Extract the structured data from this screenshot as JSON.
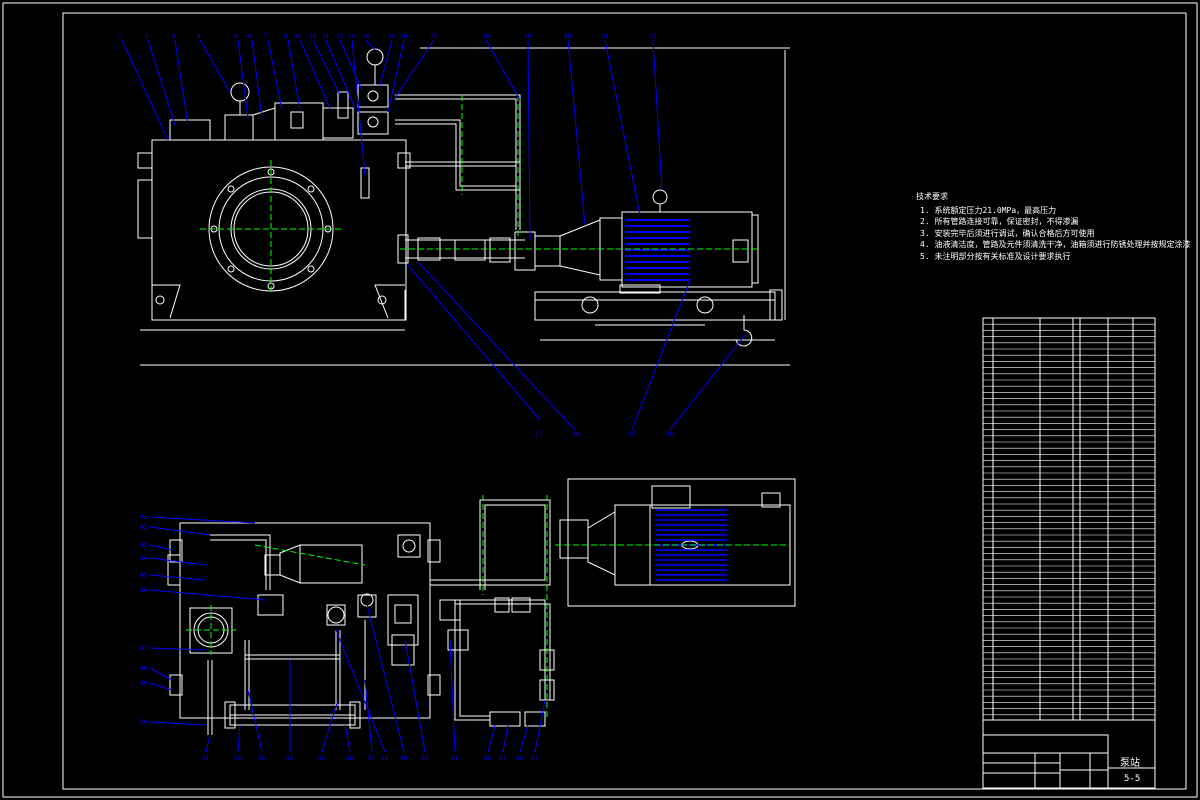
{
  "drawing": {
    "background": "#000000",
    "line_color": "#FFFFFF",
    "leader_color": "#0000FF",
    "center_line_color": "#00FF00",
    "motor_color": "#0000FF"
  },
  "technical_requirements": {
    "heading": "技术要求",
    "items": [
      "1. 系统额定压力21.0MPa，最高压力",
      "2. 所有管路连接可靠，保证密封，不得渗漏",
      "3. 安装完毕后须进行调试，确认合格后方可使用",
      "4. 油液清洁度，管路及元件须清洗干净，油箱须进行防锈处理并按规定涂漆",
      "5. 未注明部分按有关标准及设计要求执行"
    ]
  },
  "title_block": {
    "drawing_name": "泵站",
    "drawing_code": "5-5"
  }
}
